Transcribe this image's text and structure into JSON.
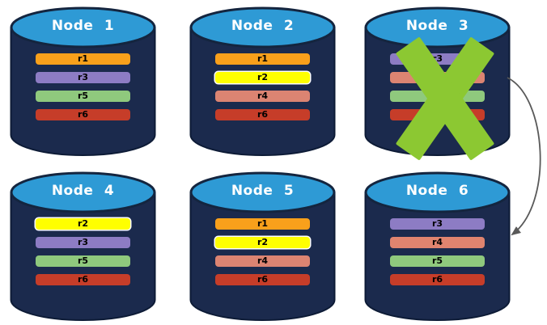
{
  "diagram": {
    "nodes": [
      {
        "label": "Node 1",
        "failed": false,
        "records": [
          {
            "id": "r1",
            "color": "#F9A01B",
            "highlight": false
          },
          {
            "id": "r3",
            "color": "#8D7CC4",
            "highlight": false
          },
          {
            "id": "r5",
            "color": "#8FC97D",
            "highlight": false
          },
          {
            "id": "r6",
            "color": "#C63D29",
            "highlight": false
          }
        ]
      },
      {
        "label": "Node 2",
        "failed": false,
        "records": [
          {
            "id": "r1",
            "color": "#F9A01B",
            "highlight": false
          },
          {
            "id": "r2",
            "color": "#FFFF00",
            "highlight": true
          },
          {
            "id": "r4",
            "color": "#DC8472",
            "highlight": false
          },
          {
            "id": "r6",
            "color": "#C63D29",
            "highlight": false
          }
        ]
      },
      {
        "label": "Node 3",
        "failed": true,
        "records": [
          {
            "id": "r3",
            "color": "#8D7CC4",
            "highlight": false
          },
          {
            "id": "r4",
            "color": "#DC8472",
            "highlight": false
          },
          {
            "id": "r5",
            "color": "#8FC97D",
            "highlight": false
          },
          {
            "id": "r6",
            "color": "#C63D29",
            "highlight": false
          }
        ]
      },
      {
        "label": "Node 4",
        "failed": false,
        "records": [
          {
            "id": "r2",
            "color": "#FFFF00",
            "highlight": true
          },
          {
            "id": "r3",
            "color": "#8D7CC4",
            "highlight": false
          },
          {
            "id": "r5",
            "color": "#8FC97D",
            "highlight": false
          },
          {
            "id": "r6",
            "color": "#C63D29",
            "highlight": false
          }
        ]
      },
      {
        "label": "Node 5",
        "failed": false,
        "records": [
          {
            "id": "r1",
            "color": "#F9A01B",
            "highlight": false
          },
          {
            "id": "r2",
            "color": "#FFFF00",
            "highlight": true
          },
          {
            "id": "r4",
            "color": "#DC8472",
            "highlight": false
          },
          {
            "id": "r6",
            "color": "#C63D29",
            "highlight": false
          }
        ]
      },
      {
        "label": "Node 6",
        "failed": false,
        "records": [
          {
            "id": "r3",
            "color": "#8D7CC4",
            "highlight": false
          },
          {
            "id": "r4",
            "color": "#E0846F",
            "highlight": false
          },
          {
            "id": "r5",
            "color": "#8FC97D",
            "highlight": false
          },
          {
            "id": "r6",
            "color": "#C63D29",
            "highlight": false
          }
        ]
      }
    ],
    "cross": {
      "color": "#8CC832"
    },
    "arrow": {
      "color": "#595959",
      "from": "Node 3",
      "to": "Node 6"
    }
  },
  "colors": {
    "cylinder_body": "#1B2A4D",
    "cylinder_top": "#2E9AD5",
    "page_background": "#FFFFFF"
  }
}
